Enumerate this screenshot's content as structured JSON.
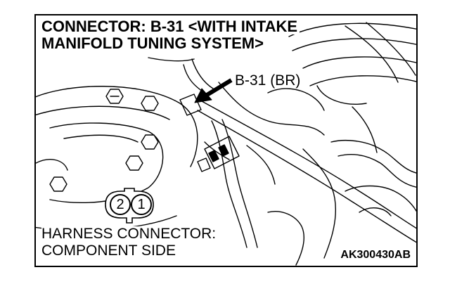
{
  "title": {
    "line1": "CONNECTOR: B-31 <WITH INTAKE",
    "line2": "MANIFOLD TUNING SYSTEM>"
  },
  "callout": "B-31 (BR)",
  "harness": {
    "line1": "HARNESS CONNECTOR:",
    "line2": "COMPONENT SIDE"
  },
  "pins": [
    "2",
    "1"
  ],
  "figure_code": "AK300430AB"
}
